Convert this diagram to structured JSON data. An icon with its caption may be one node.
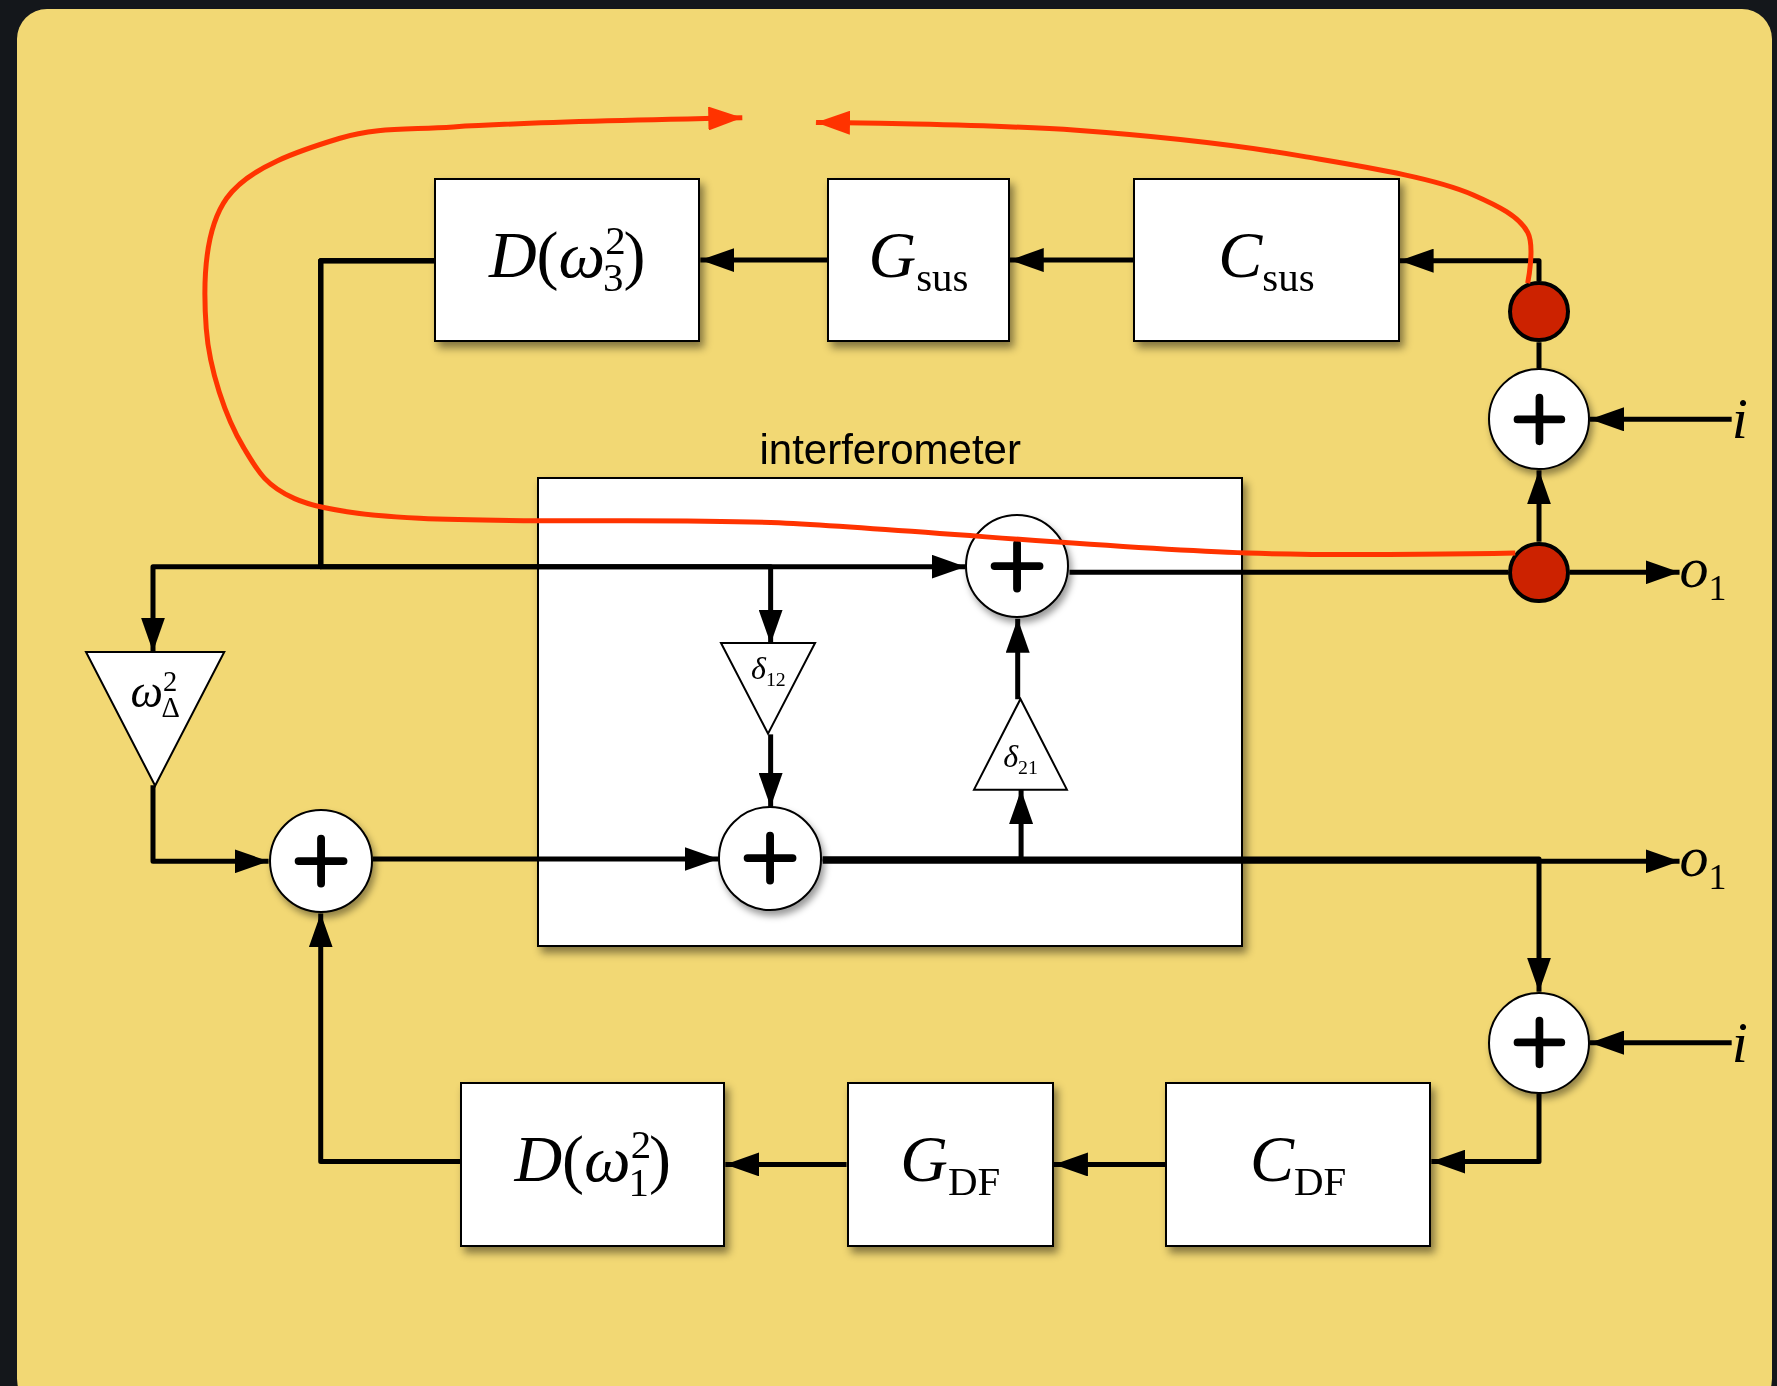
{
  "diagram": {
    "nodes": [
      {
        "text": [
          "*D*(*ω*$^{2}$$_{3}$)"
        ]
      },
      {
        "text": [
          "*G*$_{sus}$"
        ]
      },
      {
        "text": [
          "*C*$_{sus}$"
        ]
      },
      {
        "text": [],
        "shape": "circle"
      },
      {
        "text": [],
        "shape": "circle"
      },
      {
        "text": [
          "*i*"
        ]
      },
      {
        "text": [
          "interferometer"
        ]
      },
      {
        "text": [],
        "shape": "circle",
        "in": 6
      },
      {
        "text": [
          "*δ*$_{12}$"
        ],
        "in": 6
      },
      {
        "text": [
          "*δ*$_{21}$"
        ],
        "in": 6
      },
      {
        "text": [],
        "shape": "circle",
        "in": 6
      },
      {
        "text": [],
        "shape": "circle"
      },
      {
        "text": [
          "*o*$_{1}$"
        ]
      },
      {
        "text": [
          "*ω*$^{2}$$_{Δ}$"
        ]
      },
      {
        "text": [],
        "shape": "circle"
      },
      {
        "text": [
          "*o*$_{1}$"
        ]
      },
      {
        "text": [],
        "shape": "circle"
      },
      {
        "text": [
          "*i*"
        ]
      },
      {
        "text": [
          "*C*$_{DF}$"
        ]
      },
      {
        "text": [
          "*G*$_{DF}$"
        ]
      },
      {
        "text": [
          "*D*(*ω*$^{2}$$_{1}$)"
        ]
      }
    ],
    "edges": [
      {
        "from": 2,
        "to": 1,
        "arrow": "to"
      },
      {
        "from": 1,
        "to": 0,
        "arrow": "to"
      },
      {
        "from": 0,
        "to": 7,
        "arrow": "to"
      },
      {
        "from": 0,
        "to": 13,
        "arrow": "to"
      },
      {
        "from": 0,
        "to": 8,
        "arrow": "to"
      },
      {
        "from": 4,
        "to": 3,
        "arrow": "none"
      },
      {
        "from": 3,
        "to": 2,
        "arrow": "to"
      },
      {
        "from": 5,
        "to": 4,
        "arrow": "to"
      },
      {
        "from": 7,
        "to": 11,
        "arrow": "none"
      },
      {
        "from": 11,
        "to": 12,
        "arrow": "to"
      },
      {
        "from": 11,
        "to": 4,
        "arrow": "to"
      },
      {
        "from": 8,
        "to": 10,
        "arrow": "to"
      },
      {
        "from": 9,
        "to": 7,
        "arrow": "to"
      },
      {
        "from": 10,
        "to": 15,
        "arrow": "to"
      },
      {
        "from": 10,
        "to": 9,
        "arrow": "to"
      },
      {
        "from": 10,
        "to": 16,
        "arrow": "to"
      },
      {
        "from": 17,
        "to": 16,
        "arrow": "to"
      },
      {
        "from": 16,
        "to": 18,
        "arrow": "to"
      },
      {
        "from": 18,
        "to": 19,
        "arrow": "to"
      },
      {
        "from": 19,
        "to": 20,
        "arrow": "to"
      },
      {
        "from": 20,
        "to": 14,
        "arrow": "to"
      },
      {
        "from": 13,
        "to": 14,
        "arrow": "to"
      },
      {
        "from": 14,
        "to": 10,
        "arrow": "to"
      },
      {
        "from": 11,
        "to": null,
        "arrow": "to",
        "color": "#ff3300"
      },
      {
        "from": 3,
        "to": null,
        "arrow": "to",
        "color": "#ff3300"
      }
    ]
  }
}
